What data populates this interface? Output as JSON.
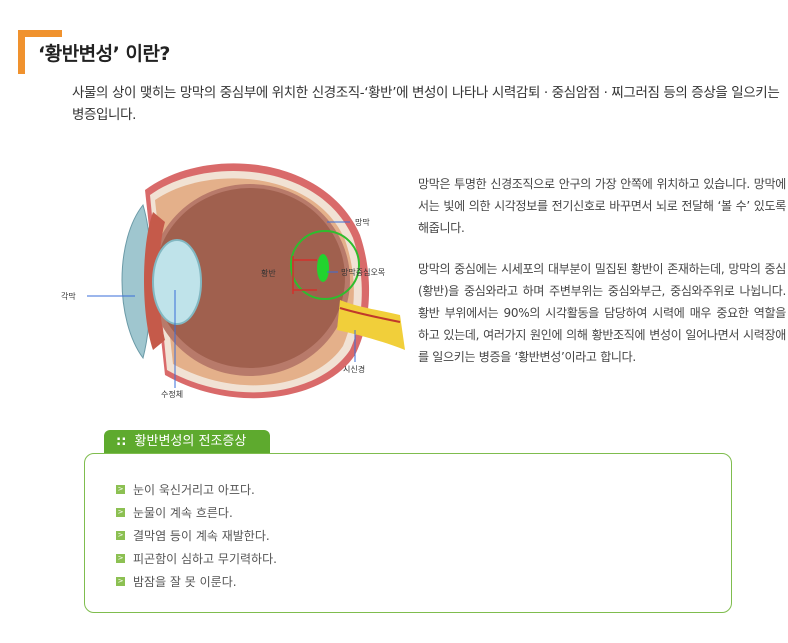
{
  "heading": {
    "title": "‘황반변성’ 이란?"
  },
  "intro": "사물의 상이 맺히는 망막의 중심부에 위치한 신경조직-‘황반’에 변성이 나타나 시력감퇴 · 중심암점 · 찌그러짐 등의 증상을 일으키는 병증입니다.",
  "diagram": {
    "labels": {
      "retina": "망막",
      "macula": "황반",
      "fovea": "망막중심오목",
      "cornea": "각막",
      "lens": "수정체",
      "optic_nerve": "시신경"
    },
    "colors": {
      "eyeball": "#b87a6a",
      "pointer": "#3a6ed8",
      "macula_box": "#d2302c",
      "fovea_circle": "#2ebd2e"
    }
  },
  "description": [
    "망막은 투명한 신경조직으로 안구의 가장 안쪽에 위치하고 있습니다. 망막에서는 빛에 의한 시각정보를 전기신호로 바꾸면서 뇌로 전달해 ‘볼 수’ 있도록 해줍니다.",
    "망막의 중심에는 시세포의 대부분이 밀집된 황반이 존재하는데, 망막의 중심(황반)을 중심와라고 하며 주변부위는 중심와부근, 중심와주위로 나뉩니다. 황반 부위에서는 90%의 시각활동을 담당하여 시력에 매우 중요한 역할을 하고 있는데, 여러가지 원인에 의해 황반조직에 변성이 일어나면서 시력장애를 일으키는 병증을 ‘황반변성’이라고 합니다."
  ],
  "symptoms": {
    "tab_icon": "::",
    "title": "황반변성의 전조증상",
    "bullet_icon": ">",
    "items": [
      "눈이 욱신거리고 아프다.",
      "눈물이 계속 흐른다.",
      "결막염 등이 계속 재발한다.",
      "피곤함이 심하고 무기력하다.",
      "밤잠을 잘 못 이룬다."
    ],
    "accent_color": "#5eaa2e"
  }
}
